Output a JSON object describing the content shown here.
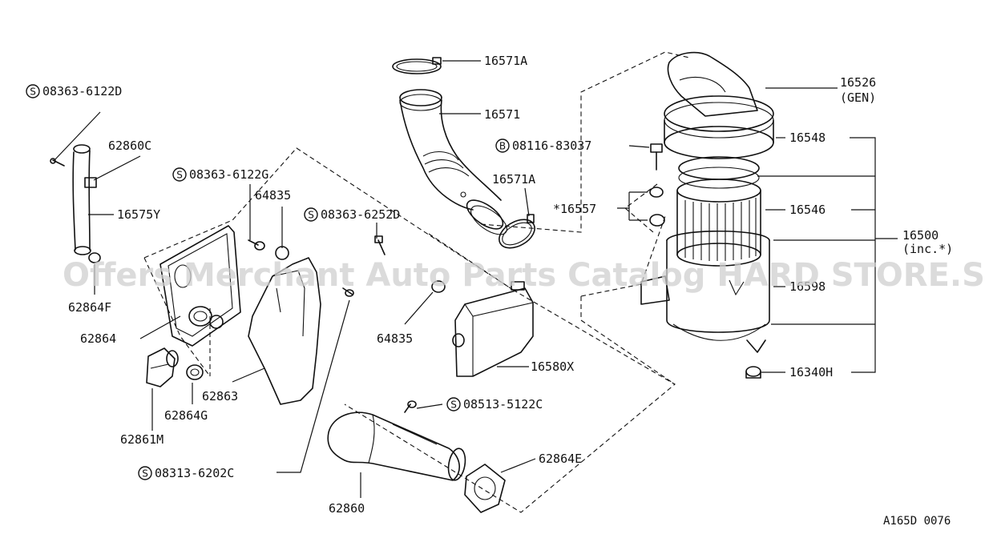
{
  "labels": {
    "p16571A_top": "16571A",
    "p16571": "16571",
    "p16571A_mid": "16571A",
    "s08363_6122D": "08363-6122D",
    "p62860C": "62860C",
    "p16575Y": "16575Y",
    "p62864F": "62864F",
    "p62864": "62864",
    "p62861M": "62861M",
    "p62864G": "62864G",
    "p62863": "62863",
    "s08313_6202C": "08313-6202C",
    "s08363_6122G": "08363-6122G",
    "p64835_top": "64835",
    "s08363_6252D": "08363-6252D",
    "p64835_mid": "64835",
    "p16580X": "16580X",
    "s08513_5122C": "08513-5122C",
    "p62864E": "62864E",
    "p62860": "62860",
    "b08116_83037": "08116-83037",
    "p16557": "*16557",
    "p16526": "16526",
    "p16526_gen": "(GEN)",
    "p16548": "16548",
    "p16546": "16546",
    "p16500": "16500",
    "p16500_inc": "(inc.*)",
    "p16598": "16598",
    "p16340H": "16340H"
  },
  "markers": {
    "s": "S",
    "b": "B"
  },
  "watermark": "Offers Merchant Auto Parts Catalog HARD STORE.SA",
  "figure_ref": "A165D 0076"
}
